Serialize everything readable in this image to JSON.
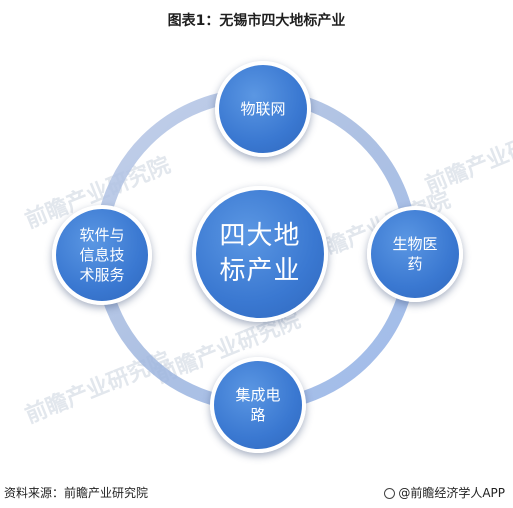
{
  "title": "图表1：无锡市四大地标产业",
  "watermark": "前瞻产业研究院",
  "center_label": [
    "四大地",
    "标产业"
  ],
  "nodes": {
    "top": [
      "物联网"
    ],
    "right": [
      "生物医",
      "药"
    ],
    "bottom": [
      "集成电",
      "路"
    ],
    "left": [
      "软件与",
      "信息技",
      "术服务"
    ]
  },
  "footer": {
    "source": "资料来源：前瞻产业研究院",
    "brand": "@前瞻经济学人APP"
  },
  "colors": {
    "node": "#3a78d1",
    "ring": "#a9bde0"
  }
}
